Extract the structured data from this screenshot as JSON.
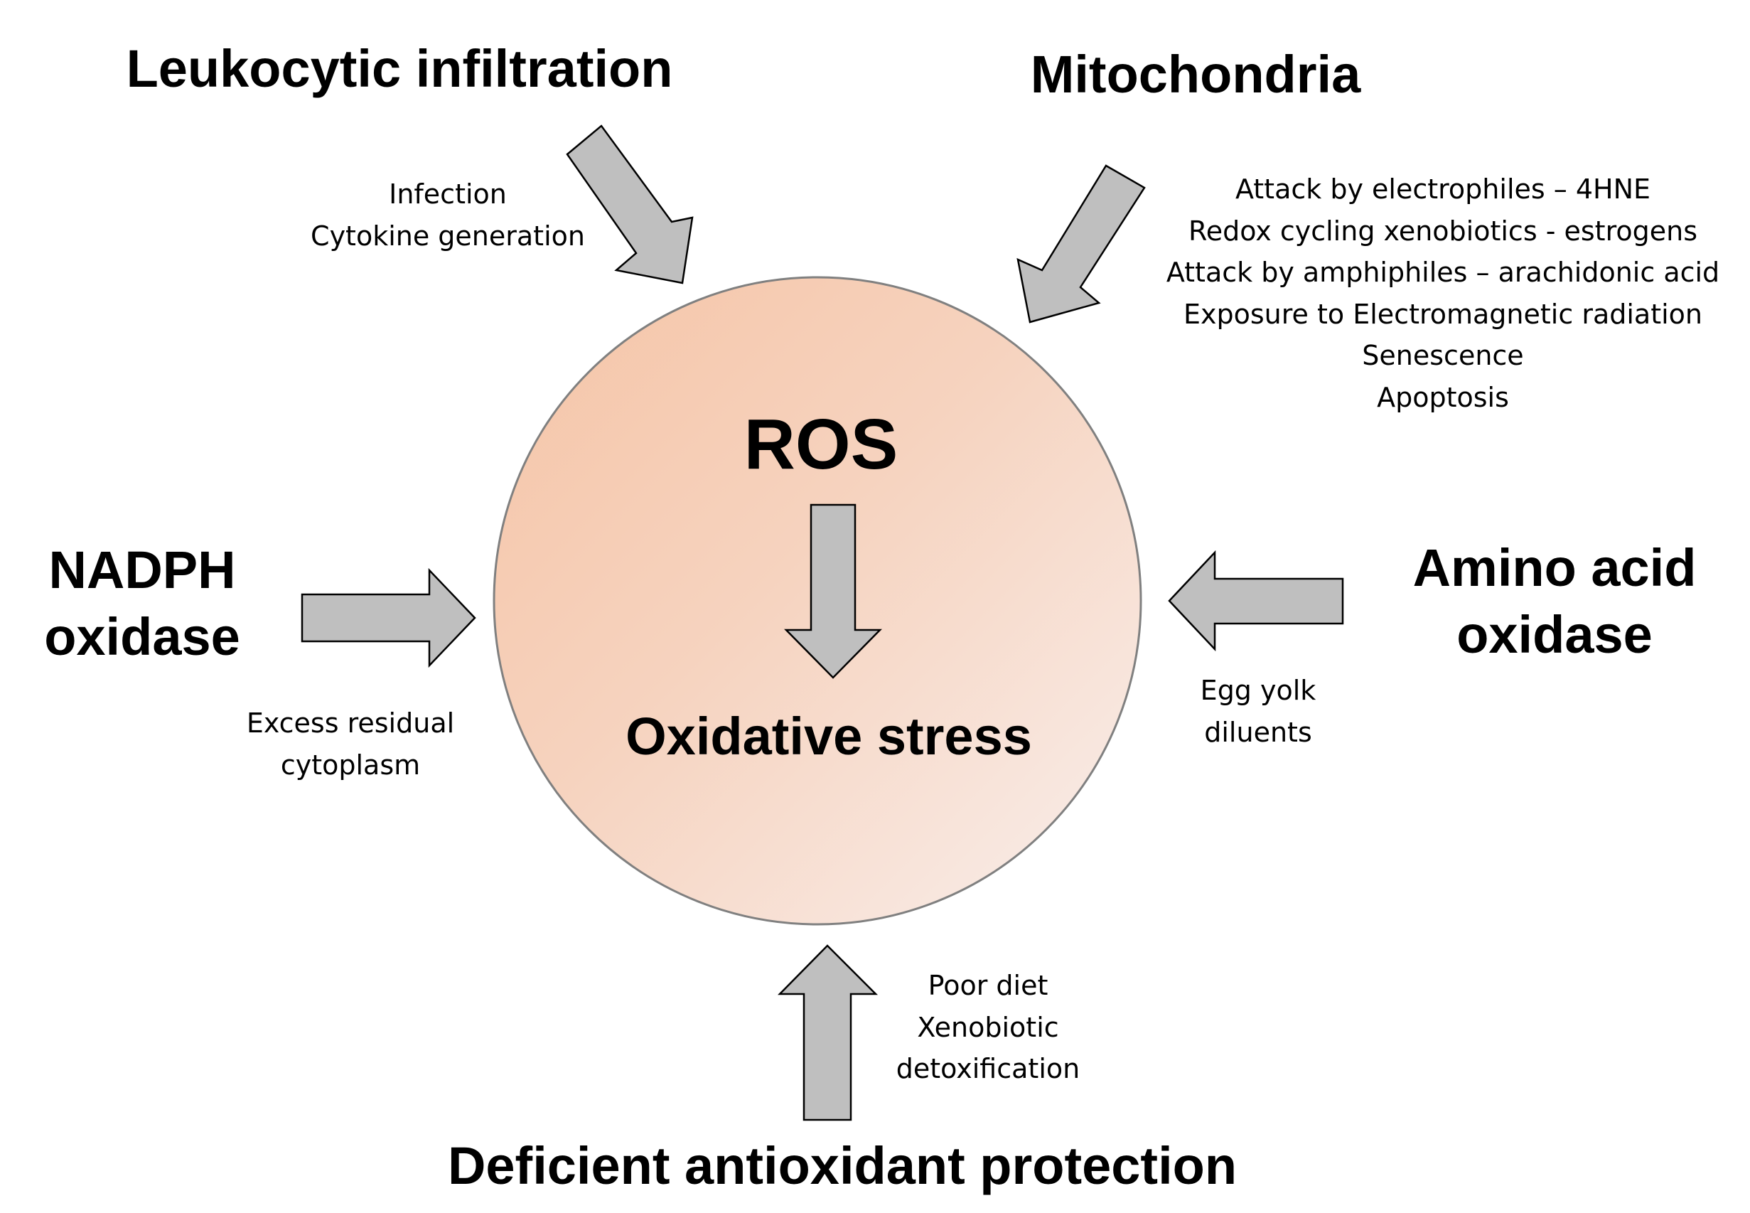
{
  "diagram": {
    "center": {
      "top_label": "ROS",
      "bottom_label": "Oxidative stress",
      "fill_from": "#f5c4a6",
      "fill_to": "#f9efec",
      "border": "#808080"
    },
    "arrow_fill": "#bfbfbf",
    "arrow_stroke": "#000000",
    "sources": {
      "leukocytic": {
        "title": "Leukocytic infiltration",
        "notes": [
          "Infection",
          "Cytokine generation"
        ]
      },
      "mitochondria": {
        "title": "Mitochondria",
        "notes": [
          "Attack by electrophiles – 4HNE",
          "Redox cycling xenobiotics - estrogens",
          "Attack by amphiphiles – arachidonic acid",
          "Exposure to Electromagnetic radiation",
          "Senescence",
          "Apoptosis"
        ]
      },
      "nadph": {
        "title_line1": "NADPH",
        "title_line2": "oxidase",
        "notes": [
          "Excess residual",
          "cytoplasm"
        ]
      },
      "amino_acid": {
        "title_line1": "Amino acid",
        "title_line2": "oxidase",
        "notes": [
          "Egg yolk",
          "diluents"
        ]
      },
      "antioxidant": {
        "title": "Deficient antioxidant protection",
        "notes": [
          "Poor diet",
          "Xenobiotic",
          "detoxification"
        ]
      }
    }
  }
}
